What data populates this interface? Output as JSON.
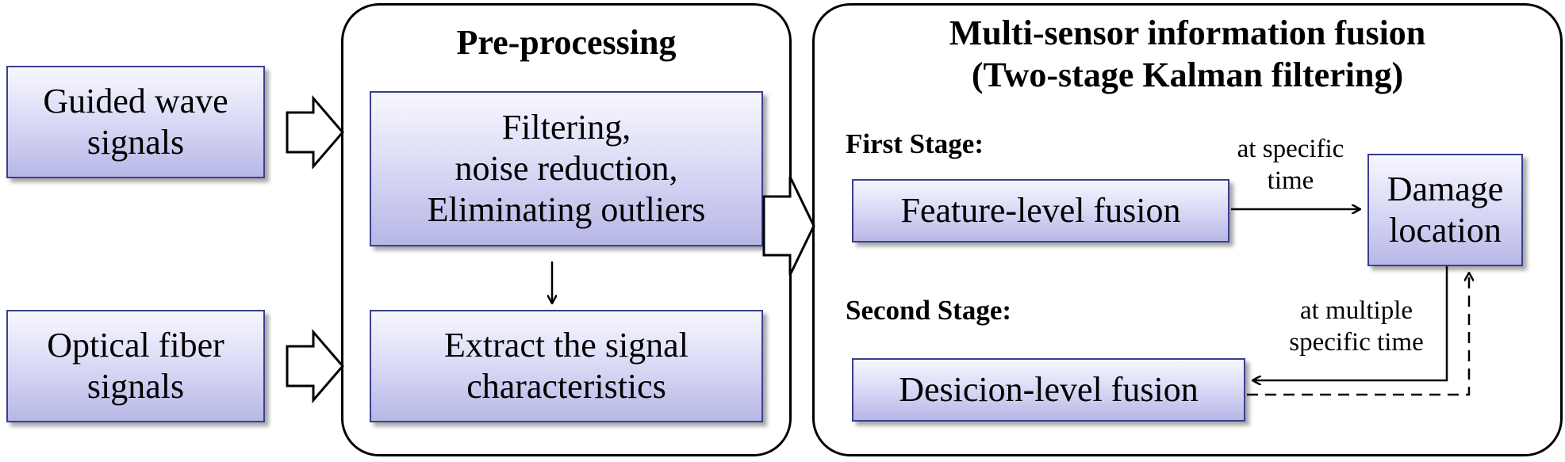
{
  "inputs": {
    "guided_wave": [
      "Guided wave",
      "signals"
    ],
    "optical_fiber": [
      "Optical fiber",
      "signals"
    ]
  },
  "preprocessing": {
    "title": "Pre-processing",
    "filtering": [
      "Filtering,",
      "noise reduction,",
      "Eliminating outliers"
    ],
    "extract": [
      "Extract the  signal",
      "characteristics"
    ]
  },
  "fusion": {
    "title": [
      "Multi-sensor information fusion",
      "(Two-stage Kalman filtering)"
    ],
    "first_stage": "First Stage:",
    "second_stage": "Second Stage:",
    "feature_level": "Feature-level fusion",
    "decision_level": "Desicion-level fusion",
    "damage_location": [
      "Damage",
      "location"
    ],
    "at_specific_time": [
      "at specific",
      "time"
    ],
    "at_multiple_time": [
      "at multiple",
      "specific time"
    ]
  }
}
